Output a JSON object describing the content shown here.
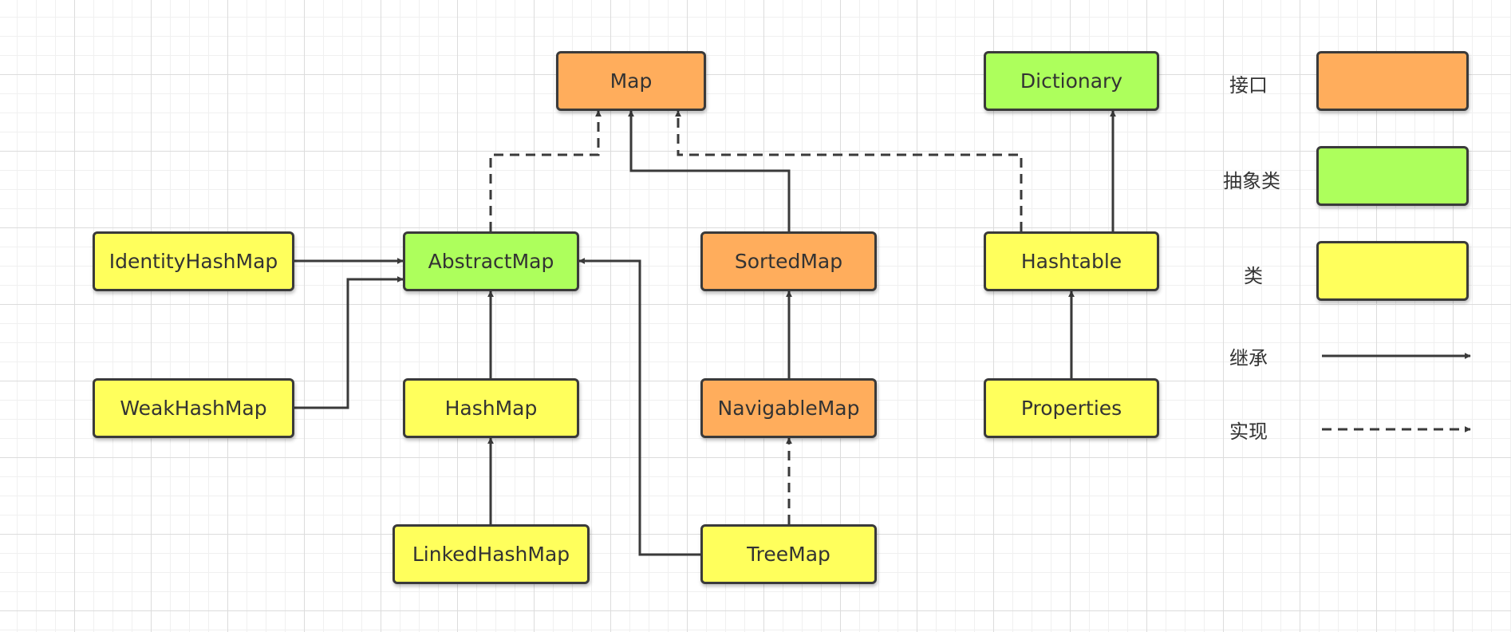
{
  "colors": {
    "interface": "#ffad5c",
    "abstract": "#adff5c",
    "class": "#ffff5c",
    "stroke": "#3a3a3a"
  },
  "nodes": {
    "map": {
      "label": "Map",
      "kind": "interface"
    },
    "dictionary": {
      "label": "Dictionary",
      "kind": "abstract"
    },
    "identity_hash_map": {
      "label": "IdentityHashMap",
      "kind": "class"
    },
    "abstract_map": {
      "label": "AbstractMap",
      "kind": "abstract"
    },
    "sorted_map": {
      "label": "SortedMap",
      "kind": "interface"
    },
    "hashtable": {
      "label": "Hashtable",
      "kind": "class"
    },
    "weak_hash_map": {
      "label": "WeakHashMap",
      "kind": "class"
    },
    "hash_map": {
      "label": "HashMap",
      "kind": "class"
    },
    "navigable_map": {
      "label": "NavigableMap",
      "kind": "interface"
    },
    "properties": {
      "label": "Properties",
      "kind": "class"
    },
    "linked_hash_map": {
      "label": "LinkedHashMap",
      "kind": "class"
    },
    "tree_map": {
      "label": "TreeMap",
      "kind": "class"
    }
  },
  "edges": [
    {
      "from": "abstract_map",
      "to": "map",
      "style": "dashed"
    },
    {
      "from": "sorted_map",
      "to": "map",
      "style": "solid"
    },
    {
      "from": "hashtable",
      "to": "map",
      "style": "dashed"
    },
    {
      "from": "hashtable",
      "to": "dictionary",
      "style": "solid"
    },
    {
      "from": "identity_hash_map",
      "to": "abstract_map",
      "style": "solid"
    },
    {
      "from": "weak_hash_map",
      "to": "abstract_map",
      "style": "solid"
    },
    {
      "from": "hash_map",
      "to": "abstract_map",
      "style": "solid"
    },
    {
      "from": "tree_map",
      "to": "abstract_map",
      "style": "solid"
    },
    {
      "from": "navigable_map",
      "to": "sorted_map",
      "style": "solid"
    },
    {
      "from": "properties",
      "to": "hashtable",
      "style": "solid"
    },
    {
      "from": "linked_hash_map",
      "to": "hash_map",
      "style": "solid"
    },
    {
      "from": "tree_map",
      "to": "navigable_map",
      "style": "dashed"
    }
  ],
  "legend": {
    "interface_label": "接口",
    "abstract_label": "抽象类",
    "class_label": "类",
    "inherit_label": "继承",
    "implement_label": "实现"
  }
}
